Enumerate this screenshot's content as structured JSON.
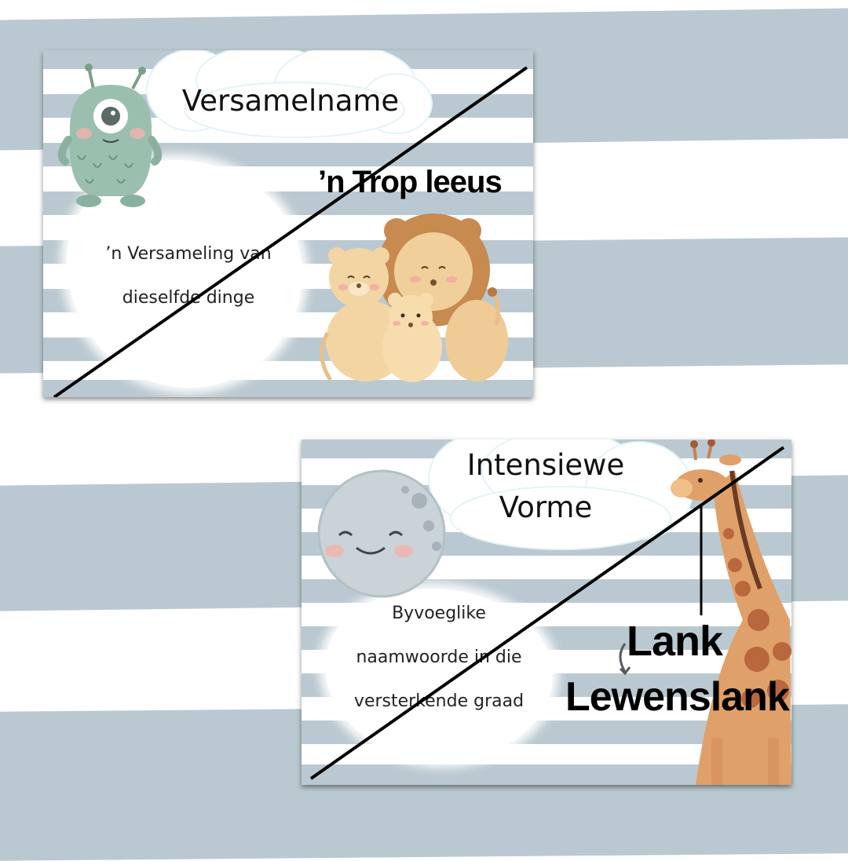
{
  "colors": {
    "stripe": "#bac9d1",
    "page_background": "#ffffff",
    "slash_line": "#000000"
  },
  "card1": {
    "term": "Versamelname",
    "definition_lines": [
      "’n Versameling van",
      "dieselfde dinge"
    ],
    "example": "’n Trop leeus",
    "illustrations": [
      "alien-monster-icon",
      "lion-family-icon"
    ]
  },
  "card2": {
    "term_lines": [
      "Intensiewe",
      "Vorme"
    ],
    "definition_lines": [
      "Byvoeglike",
      "naamwoorde in die",
      "versterkende graad"
    ],
    "example_base": "Lank",
    "example_intensive": "Lewenslank",
    "illustrations": [
      "moon-icon",
      "giraffe-icon",
      "curved-arrow-icon"
    ]
  }
}
